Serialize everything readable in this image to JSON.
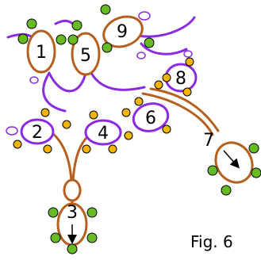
{
  "figure": {
    "caption": "Fig. 6",
    "colors": {
      "ring": "#b5601e",
      "chain": "#8a2be2",
      "picot_green": "#66bb22",
      "picot_yellow": "#f5b400",
      "outline": "#000000"
    },
    "rings": [
      {
        "label": "1",
        "color": "ring"
      },
      {
        "label": "5",
        "color": "ring"
      },
      {
        "label": "9",
        "color": "ring"
      },
      {
        "label": "8",
        "color": "chain"
      },
      {
        "label": "6",
        "color": "chain"
      },
      {
        "label": "2",
        "color": "chain"
      },
      {
        "label": "4",
        "color": "chain"
      },
      {
        "label": "3",
        "color": "ring"
      },
      {
        "label": "7",
        "color": "ring"
      }
    ],
    "arrows": [
      {
        "name": "ring-3-direction-arrow",
        "icon": "arrow-down-icon"
      },
      {
        "name": "ring-7-direction-arrow",
        "icon": "arrow-down-right-icon"
      }
    ]
  }
}
